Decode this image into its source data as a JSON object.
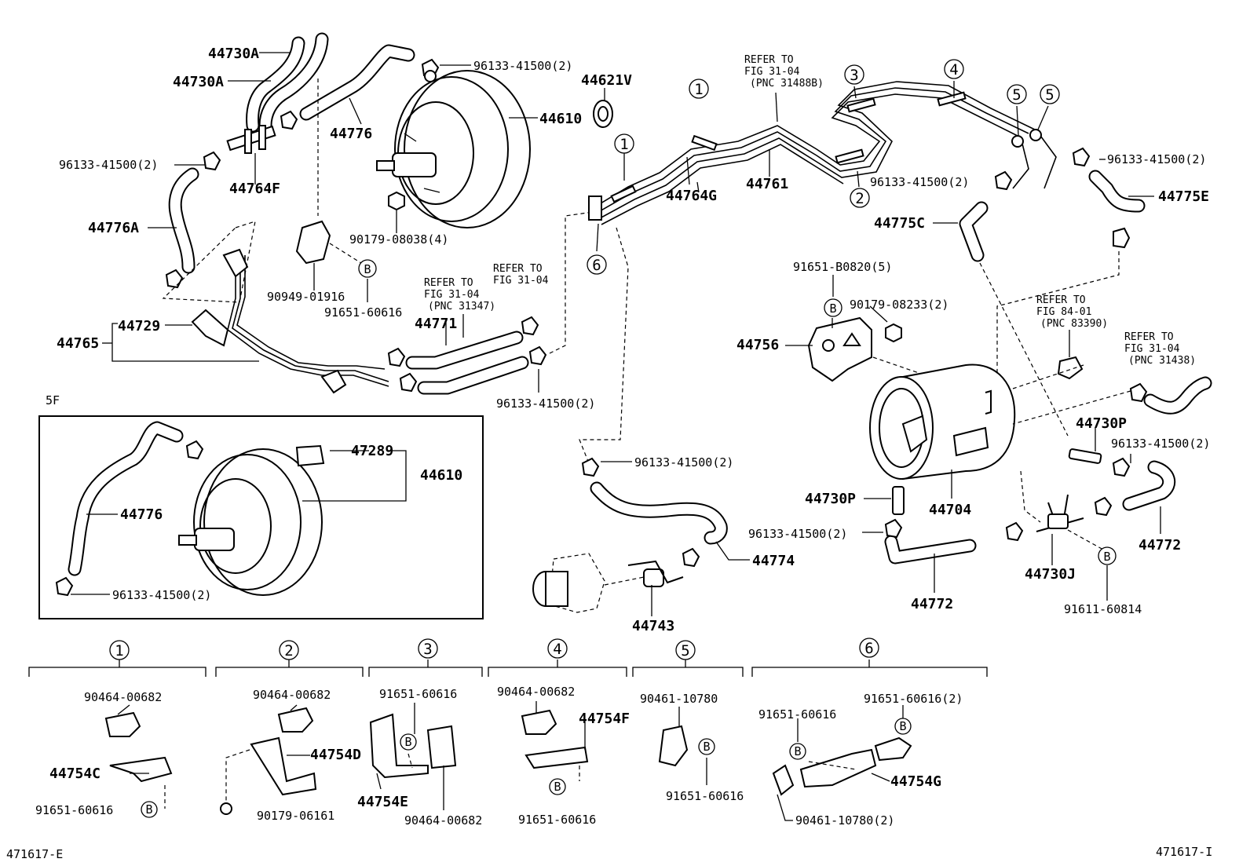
{
  "diagram": {
    "labels": {
      "p44730A_1": "44730A",
      "p44730A_2": "44730A",
      "p96133_a": "96133-41500(2)",
      "p44621V": "44621V",
      "p44610_a": "44610",
      "p44776_a": "44776",
      "p96133_b": "96133-41500(2)",
      "p44764F": "44764F",
      "p44776A": "44776A",
      "p90179_08038": "90179-08038(4)",
      "p90949": "90949-01916",
      "p91651_60616_a": "91651-60616",
      "p44729": "44729",
      "p44765": "44765",
      "p44771": "44771",
      "p96133_c": "96133-41500(2)",
      "p44764G": "44764G",
      "p44761": "44761",
      "p96133_d": "96133-41500(2)",
      "p96133_e": "96133-41500(2)",
      "p44775E": "44775E",
      "p44775C": "44775C",
      "p91651_B0820": "91651-B0820(5)",
      "p90179_08233": "90179-08233(2)",
      "p44756": "44756",
      "p44730P_a": "44730P",
      "p96133_f": "96133-41500(2)",
      "p44730P_b": "44730P",
      "p44704": "44704",
      "p96133_g": "96133-41500(2)",
      "p44772_a": "44772",
      "p44772_b": "44772",
      "p44730J": "44730J",
      "p91611": "91611-60814",
      "p96133_h": "96133-41500(2)",
      "p44774": "44774",
      "p44743": "44743",
      "p47289": "47289",
      "p44610_b": "44610",
      "p44776_b": "44776",
      "p96133_i": "96133-41500(2)"
    },
    "refs": {
      "r1": [
        "REFER TO",
        "FIG 31-04",
        "(PNC 31488B)"
      ],
      "r2": [
        "REFER TO",
        "FIG 31-04",
        "(PNC 31347)"
      ],
      "r3": [
        "REFER TO",
        "FIG 31-04"
      ],
      "r4": [
        "REFER TO",
        "FIG 84-01",
        "(PNC 83390)"
      ],
      "r5": [
        "REFER TO",
        "FIG 31-04",
        "(PNC 31438)"
      ]
    },
    "callouts": {
      "c1a": "1",
      "c1b": "1",
      "c2": "2",
      "c3": "3",
      "c4": "4",
      "c5a": "5",
      "c5b": "5",
      "c6": "6",
      "bA": "B",
      "bB": "B",
      "bC": "B"
    },
    "inset_tag": "5F",
    "details": {
      "d1": {
        "num": "1",
        "a": "90464-00682",
        "b": "44754C",
        "c": "91651-60616",
        "bb": "B"
      },
      "d2": {
        "num": "2",
        "a": "90464-00682",
        "b": "44754D",
        "c": "90179-06161"
      },
      "d3": {
        "num": "3",
        "a": "91651-60616",
        "b": "44754E",
        "c": "90464-00682",
        "bb": "B"
      },
      "d4": {
        "num": "4",
        "a": "90464-00682",
        "b": "44754F",
        "c": "91651-60616",
        "bb": "B"
      },
      "d5": {
        "num": "5",
        "a": "90461-10780",
        "c": "91651-60616",
        "bb": "B"
      },
      "d6": {
        "num": "6",
        "a": "91651-60616",
        "b": "91651-60616(2)",
        "c": "44754G",
        "d": "90461-10780(2)",
        "bb1": "B",
        "bb2": "B"
      }
    },
    "footer": {
      "left": "471617-E",
      "right": "471617-I"
    }
  }
}
